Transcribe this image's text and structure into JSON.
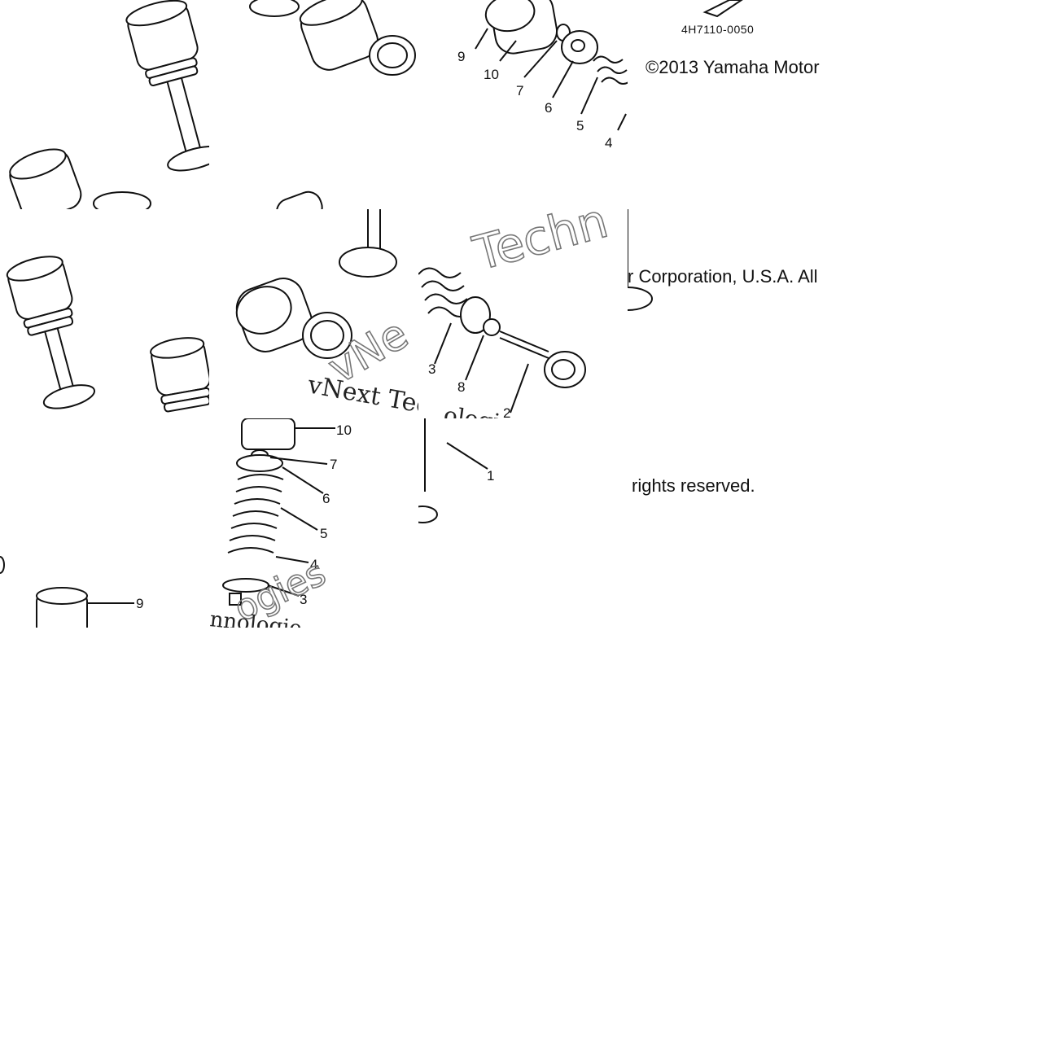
{
  "diagram": {
    "part_code": "4H7110-0050",
    "copyright": {
      "line1": "©2013 Yamaha Motor",
      "line2": "r Corporation, U.S.A. All",
      "line3": "rights reserved."
    },
    "watermark": {
      "serif_text": "vNext Tec",
      "serif_text_2": "ologies",
      "outline_text": "Techn",
      "outline_text_2": "vNe",
      "outline_text_3": "ogies",
      "fragment_text": "nnologie"
    },
    "callouts": {
      "top_9": "9",
      "top_10": "10",
      "top_7": "7",
      "top_6": "6",
      "top_5": "5",
      "top_4": "4",
      "mid_3": "3",
      "mid_8": "8",
      "mid_2": "2",
      "low_10": "10",
      "low_7": "7",
      "low_6": "6",
      "low_5": "5",
      "low_4": "4",
      "low_3": "3",
      "low_1": "1",
      "left_9": "9"
    },
    "colors": {
      "line": "#111111",
      "paper": "#ffffff",
      "watermark": "#777777"
    }
  }
}
